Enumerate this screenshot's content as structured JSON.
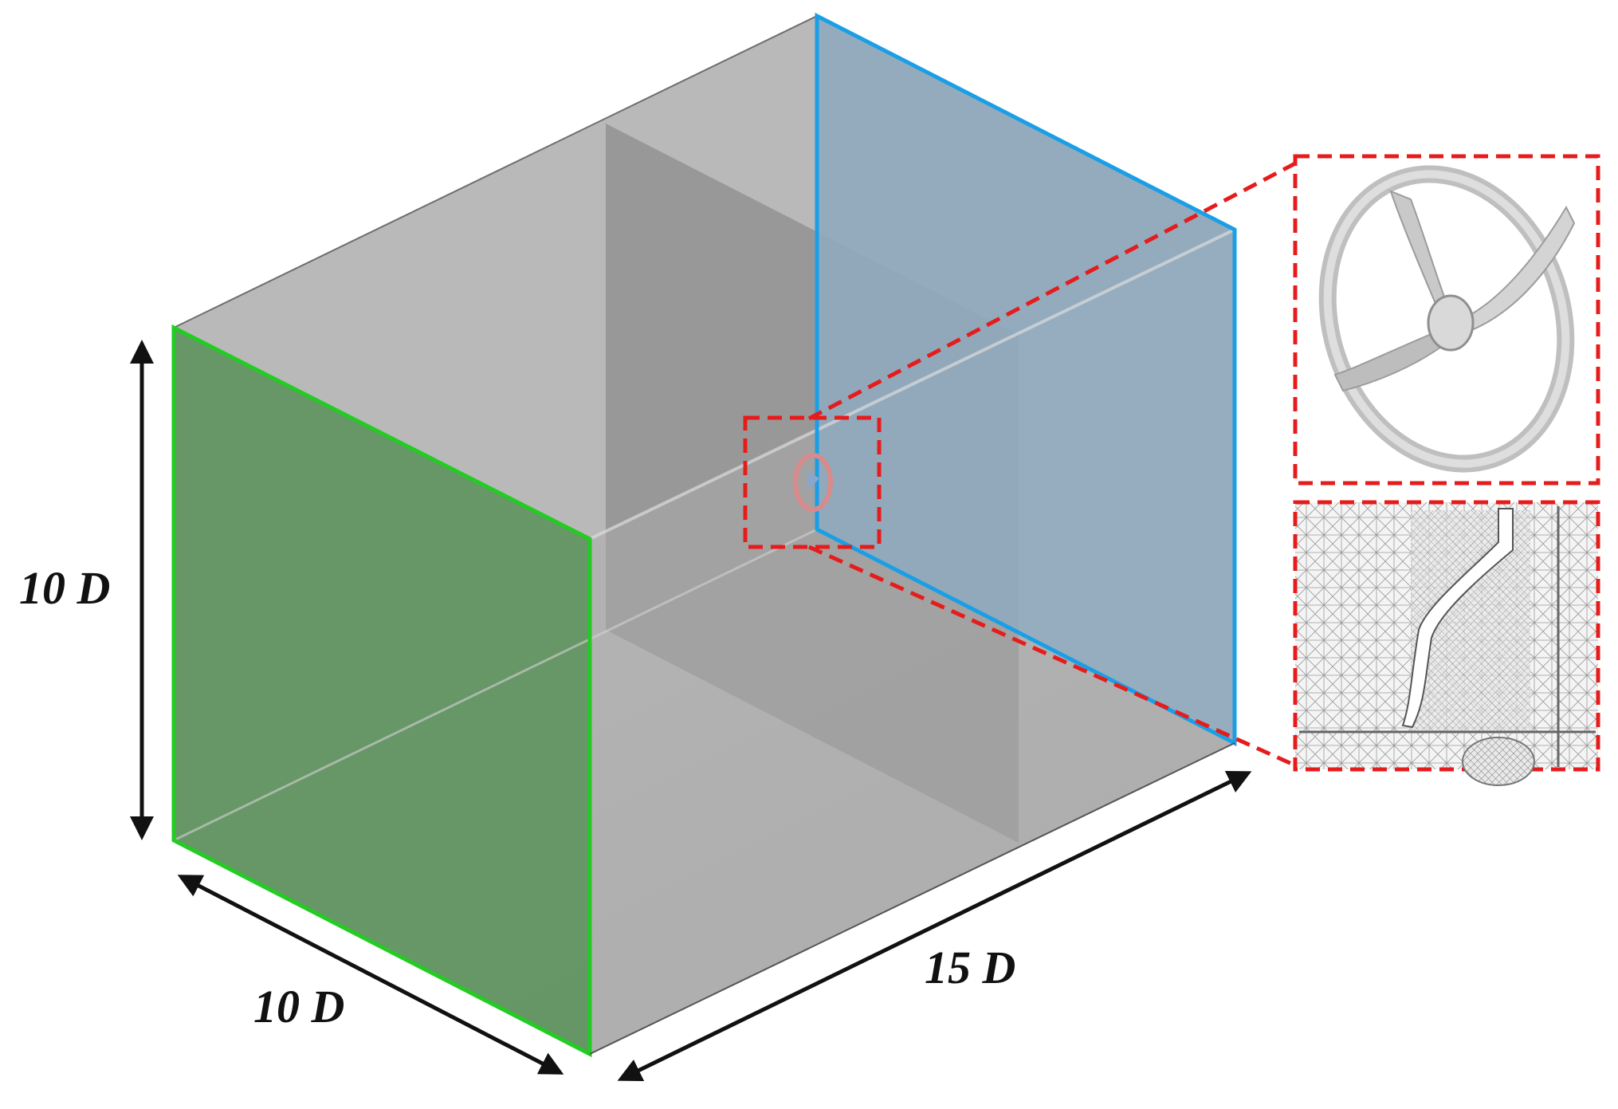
{
  "labels": {
    "height": "10 D",
    "width": "10 D",
    "length": "15 D"
  },
  "colors": {
    "inlet_face": "#5f935f",
    "inlet_edge": "#22cc22",
    "outlet_face": "#8fa9bd",
    "outlet_edge": "#1a9fe6",
    "wall_face": "#b4b4b4",
    "zoom_box": "#e61c1c",
    "arrow": "#111111"
  },
  "insets": {
    "top": "turbine-geometry",
    "bottom": "mesh-detail"
  }
}
